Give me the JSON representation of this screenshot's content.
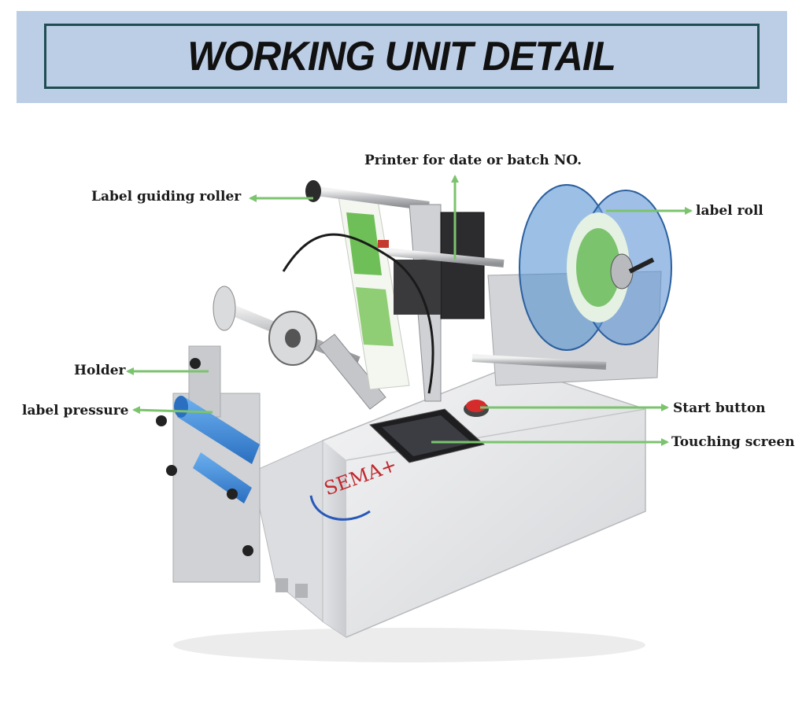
{
  "banner": {
    "title": "WORKING UNIT DETAIL"
  },
  "callouts": {
    "printer": "Printer for date or batch NO.",
    "label_guiding_roller": "Label guiding roller",
    "label_roll": "label roll",
    "holder": "Holder",
    "label_pressure": "label pressure",
    "start_button": "Start button",
    "touching_screen": "Touching screen"
  },
  "logo": {
    "text": "SEMA+"
  },
  "colors": {
    "banner_bg": "#bccde6",
    "banner_border": "#1f4d52",
    "arrow": "#7cc36e",
    "machine_body": "#e9eaec",
    "reel_blue": "#5f95d6",
    "roller_blue": "#3a86d9",
    "start_button": "#d62b2b"
  }
}
